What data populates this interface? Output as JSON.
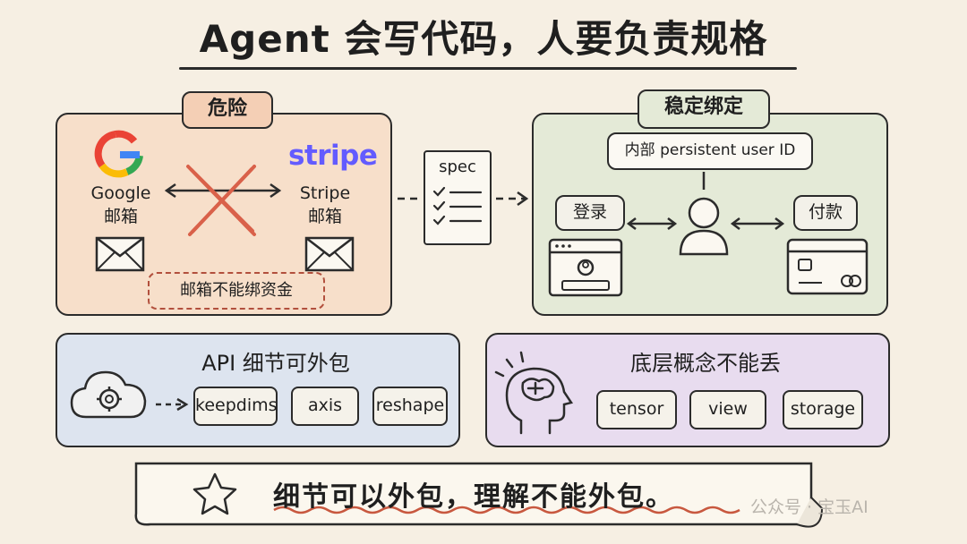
{
  "title": "Agent 会写代码，人要负责规格",
  "danger": {
    "tag": "危险",
    "google_logo_letter": "G",
    "google_label": "Google\n邮箱",
    "stripe_logo": "stripe",
    "stripe_label": "Stripe\n邮箱",
    "note": "邮箱不能绑资金"
  },
  "spec": {
    "label": "spec"
  },
  "stable": {
    "tag": "稳定绑定",
    "internal_id": "内部 persistent user ID",
    "login": "登录",
    "pay": "付款"
  },
  "api": {
    "title": "API 细节可外包",
    "chips": [
      "keepdims",
      "axis",
      "reshape"
    ]
  },
  "concept": {
    "title": "底层概念不能丢",
    "chips": [
      "tensor",
      "view",
      "storage"
    ]
  },
  "motto": "细节可以外包，理解不能外包。",
  "watermark": "公众号 · 宝玉AI",
  "icons": [
    "google-logo-icon",
    "envelope-icon",
    "cross-icon",
    "checklist-icon",
    "user-icon",
    "login-window-icon",
    "credit-card-icon",
    "cloud-gear-icon",
    "brain-head-icon",
    "star-icon"
  ],
  "colors": {
    "background": "#f6efe3",
    "danger_panel": "#f7dfca",
    "stable_panel": "#e4ead7",
    "api_panel": "#dde4ef",
    "concept_panel": "#e8dcef",
    "cross": "#d9614a",
    "stripe": "#635bff"
  }
}
